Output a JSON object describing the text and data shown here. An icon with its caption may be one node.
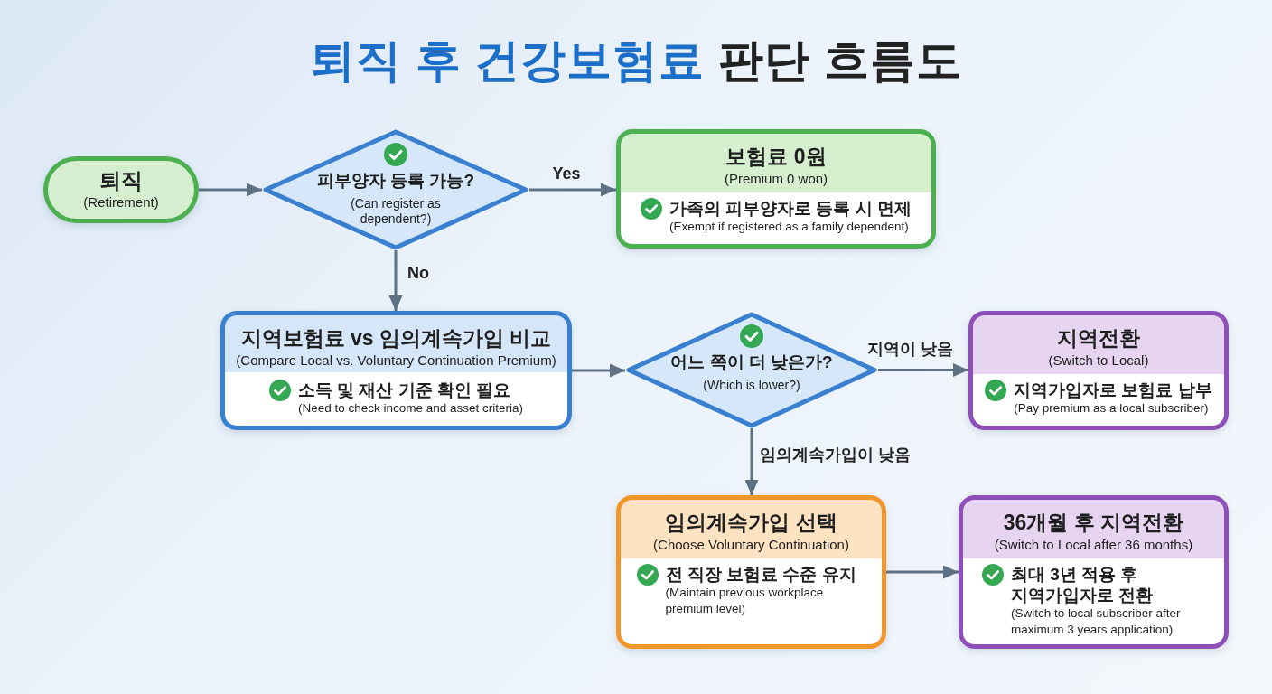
{
  "diagram": {
    "title": "**퇴직 후 건강보험료** 판단 흐름도",
    "nodes": [
      {
        "text": [
          "퇴직",
          "(Retirement)"
        ]
      },
      {
        "text": [
          "피부양자 등록 가능?",
          "(Can register as dependent?)"
        ]
      },
      {
        "text": [
          "보험료 0원",
          "(Premium 0 won)",
          "가족의 피부양자로 등록 시 면제",
          "(Exempt if registered as a family dependent)"
        ]
      },
      {
        "text": [
          "지역보험료 vs 임의계속가입 비교",
          "(Compare Local vs. Voluntary Continuation Premium)",
          "소득 및 재산 기준 확인 필요",
          "(Need to check income and asset criteria)"
        ]
      },
      {
        "text": [
          "어느 쪽이 더 낮은가?",
          "(Which is lower?)"
        ]
      },
      {
        "text": [
          "지역전환",
          "(Switch to Local)",
          "지역가입자로 보험료 납부",
          "(Pay premium as a local subscriber)"
        ]
      },
      {
        "text": [
          "임의계속가입 선택",
          "(Choose Voluntary Continuation)",
          "전 직장 보험료 수준 유지",
          "(Maintain previous workplace premium level)"
        ]
      },
      {
        "text": [
          "36개월 후 지역전환",
          "(Switch to Local after 36 months)",
          "최대 3년 적용 후 지역가입자로 전환",
          "(Switch to local subscriber after maximum 3 years application)"
        ]
      }
    ],
    "edges": [
      {
        "from": 0,
        "to": 1,
        "arrow": "to"
      },
      {
        "from": 1,
        "to": 2,
        "arrow": "to",
        "label": "Yes"
      },
      {
        "from": 1,
        "to": 3,
        "arrow": "to",
        "label": "No"
      },
      {
        "from": 3,
        "to": 4,
        "arrow": "to"
      },
      {
        "from": 4,
        "to": 5,
        "arrow": "to",
        "label": "지역이 낮음"
      },
      {
        "from": 4,
        "to": 6,
        "arrow": "to",
        "label": "임의계속가입이 낮음"
      },
      {
        "from": 6,
        "to": 7,
        "arrow": "to"
      }
    ]
  }
}
